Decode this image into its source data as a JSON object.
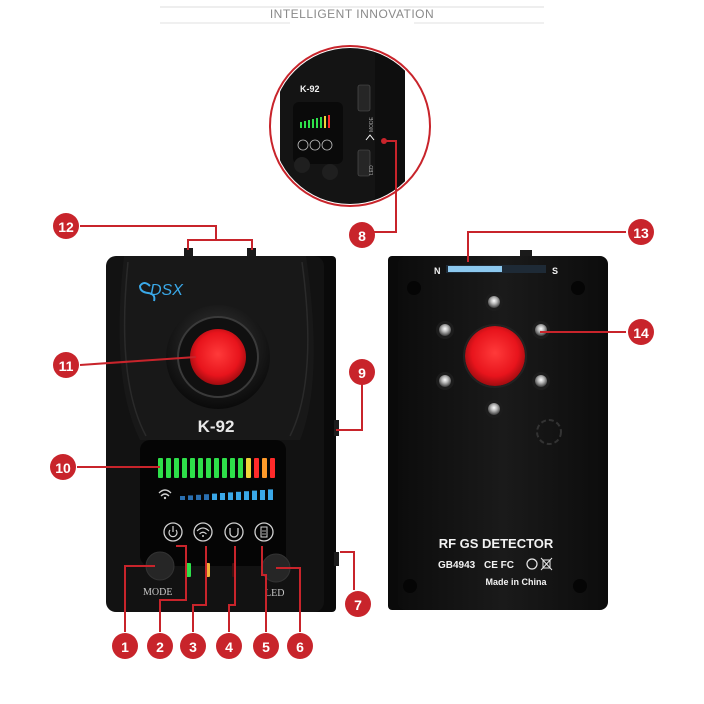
{
  "header": {
    "title": "INTELLIGENT INNOVATION"
  },
  "front_device": {
    "logo": "DSX",
    "model": "K-92",
    "mode_button": "MODE",
    "led_button": "LED"
  },
  "back_device": {
    "compass_north": "N",
    "compass_south": "S",
    "product_name": "RF GS DETECTOR",
    "certifications": "GB4943",
    "cert_marks": "CE FC",
    "origin": "Made in China"
  },
  "inset": {
    "model": "K-92",
    "side_label_1": "MODE",
    "side_label_2": "LED"
  },
  "callouts": [
    "1",
    "2",
    "3",
    "4",
    "5",
    "6",
    "7",
    "8",
    "9",
    "10",
    "11",
    "12",
    "13",
    "14"
  ],
  "colors": {
    "callout_red": "#c8242b",
    "lens_red": "#e8141c",
    "led_green": "#2ee04a",
    "led_yellow": "#f0d23a",
    "led_red": "#ff2a2a",
    "led_blue": "#3aa8e8",
    "device_body": "#121212"
  }
}
